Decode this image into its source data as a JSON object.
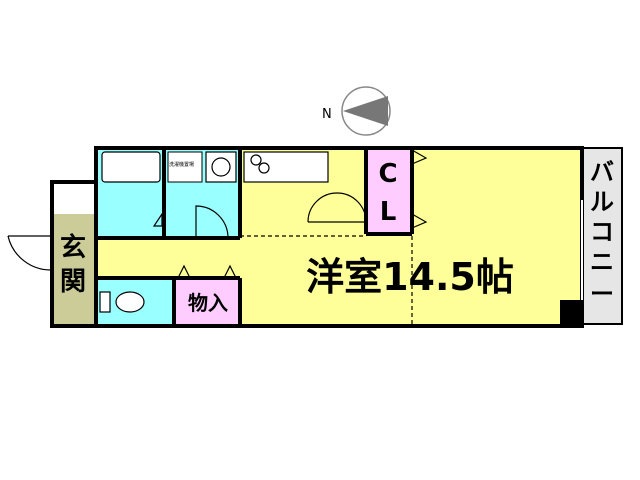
{
  "compass": {
    "north_label": "N"
  },
  "rooms": {
    "main_room": "洋室14.5帖",
    "closet": [
      "C",
      "L"
    ],
    "storage": "物入",
    "entrance": [
      "玄",
      "関"
    ],
    "balcony": [
      "バ",
      "ル",
      "コ",
      "ニ",
      "ー"
    ],
    "washer_label": "洗濯機置場"
  },
  "colors": {
    "main_room": "#ffff99",
    "wet_area": "#99ffff",
    "closet": "#ffccff",
    "entrance": "#cccc99",
    "balcony": "#e6e6e6",
    "wall": "#000000"
  }
}
